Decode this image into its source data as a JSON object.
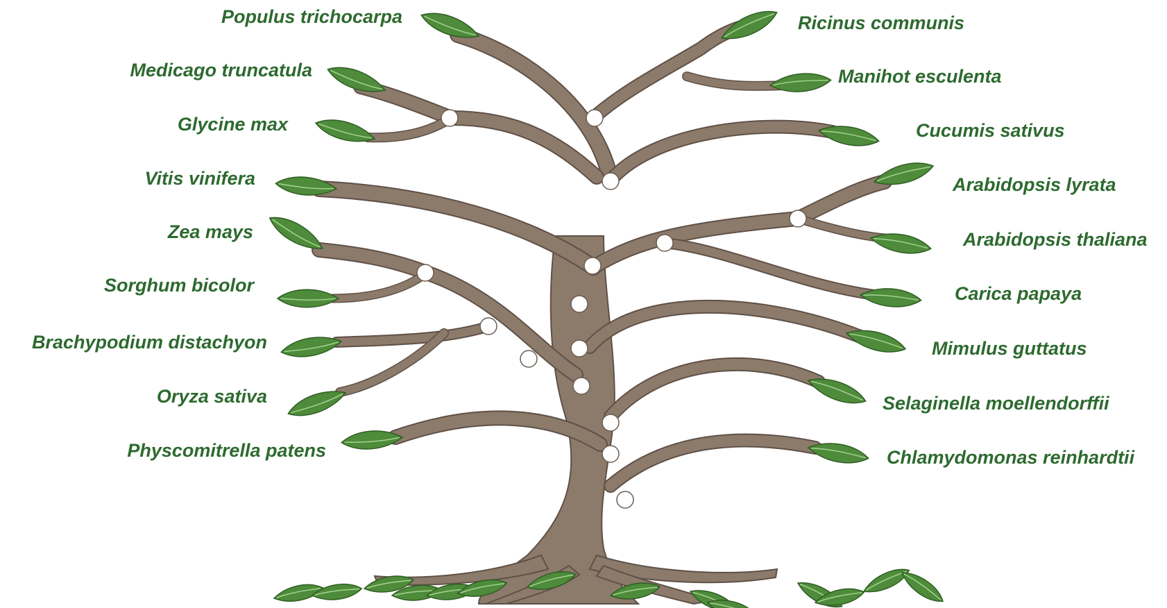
{
  "colors": {
    "label": "#2d6a2f",
    "branch": "#8c7a6b",
    "branch_outline": "#5f5147",
    "leaf": "#4e8b3a",
    "node": "#ffffff"
  },
  "species_left": [
    "Populus trichocarpa",
    "Medicago truncatula",
    "Glycine max",
    "Vitis vinifera",
    "Zea mays",
    "Sorghum bicolor",
    "Brachypodium distachyon",
    "Oryza sativa",
    "Physcomitrella patens"
  ],
  "species_right": [
    "Ricinus communis",
    "Manihot esculenta",
    "Cucumis sativus",
    "Arabidopsis lyrata",
    "Arabidopsis thaliana",
    "Carica papaya",
    "Mimulus guttatus",
    "Selaginella moellendorffii",
    "Chlamydomonas reinhardtii"
  ]
}
